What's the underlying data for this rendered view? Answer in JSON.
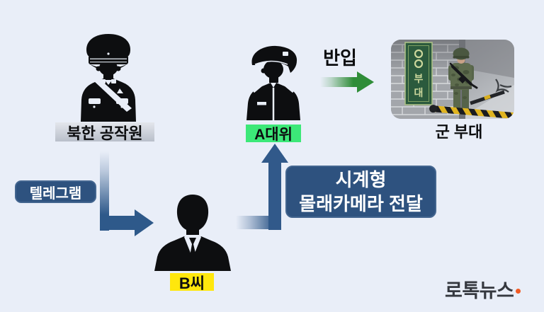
{
  "nodes": {
    "agent": {
      "label": "북한 공작원"
    },
    "broker": {
      "label": "B씨"
    },
    "captain": {
      "label": "A대위"
    },
    "base": {
      "label": "군 부대"
    }
  },
  "connectors": {
    "telegram": {
      "label": "텔레그램"
    },
    "delivery": {
      "line1": "시계형",
      "line2": "몰래카메라 전달"
    },
    "carry": {
      "label": "반입"
    }
  },
  "photo": {
    "sign_text": "○○부대",
    "sign_chars": [
      "○",
      "○",
      "부",
      "대"
    ]
  },
  "logo": {
    "text": "로톡뉴스"
  },
  "colors": {
    "background": "#e9eef8",
    "navy_box": "#2e527f",
    "arrow_blue": "#31598a",
    "green_arrow": "#2f8d38",
    "highlight_green": "#3ce878",
    "highlight_yellow": "#ffe70d",
    "label_gray_top": "#e3e6ec",
    "label_gray_bottom": "#b9bfca",
    "sign_green": "#2b5a3d",
    "logo_text": "#35383f",
    "logo_dot": "#f15a24"
  }
}
